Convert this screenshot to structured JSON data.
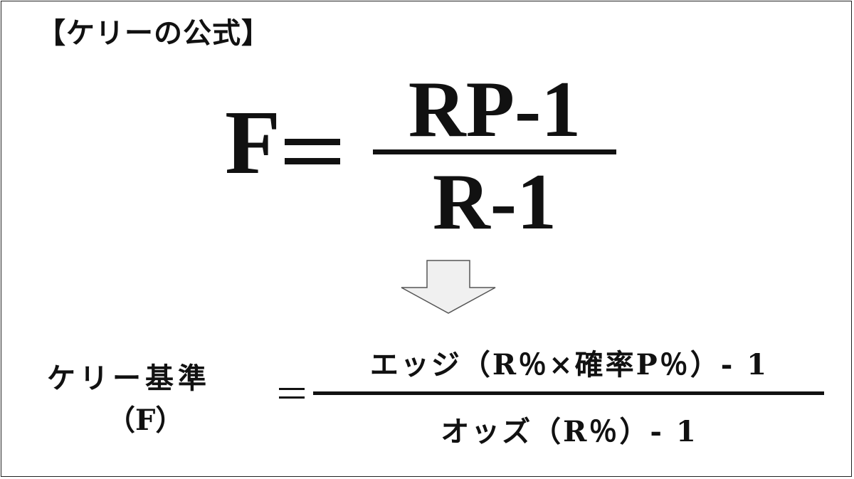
{
  "title": "【ケリーの公式】",
  "main_formula": {
    "lhs": "F",
    "numerator": "RP-1",
    "denominator": "R-1"
  },
  "arrow": {
    "icon": "down-arrow-icon",
    "fill": "#f0f0f0",
    "stroke": "#555555"
  },
  "kelly_formula": {
    "lhs_line1": "ケリー基準",
    "lhs_line2": "（F）",
    "numerator": "エッジ（R％×確率P％）- 1",
    "denominator": "オッズ（R％）- 1"
  }
}
